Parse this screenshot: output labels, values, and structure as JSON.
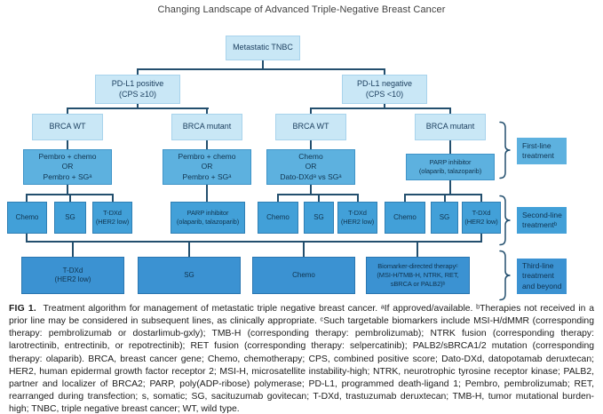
{
  "title": "Changing Landscape of Advanced Triple-Negative Breast Cancer",
  "figure": {
    "root": [
      "Metastatic TNBC"
    ],
    "pdl1_positive": [
      "PD-L1 positive",
      "(CPS ≥10)"
    ],
    "pdl1_negative": [
      "PD-L1 negative",
      "(CPS <10)"
    ],
    "brca_wt_1": [
      "BRCA WT"
    ],
    "brca_mut_1": [
      "BRCA mutant"
    ],
    "brca_wt_2": [
      "BRCA WT"
    ],
    "brca_mut_2": [
      "BRCA mutant"
    ],
    "firstline_1": [
      "Pembro + chemo",
      "OR",
      "Pembro + SGᵃ"
    ],
    "firstline_2": [
      "Pembro + chemo",
      "OR",
      "Pembro + SGᵃ"
    ],
    "firstline_3": [
      "Chemo",
      "OR",
      "Dato-DXdᵃ vs SGᵃ"
    ],
    "firstline_4": [
      "PARP inhibitor",
      "(olaparib, talazoparib)"
    ],
    "sl_chemo_1": [
      "Chemo"
    ],
    "sl_sg_1": [
      "SG"
    ],
    "sl_tdxd_1": [
      "T-DXd",
      "(HER2 low)"
    ],
    "sl_parp": [
      "PARP inhibitor",
      "(olaparib, talazoparib)"
    ],
    "sl_chemo_2": [
      "Chemo"
    ],
    "sl_sg_2": [
      "SG"
    ],
    "sl_tdxd_2": [
      "T-DXd",
      "(HER2 low)"
    ],
    "sl_chemo_3": [
      "Chemo"
    ],
    "sl_sg_3": [
      "SG"
    ],
    "sl_tdxd_3": [
      "T-DXd",
      "(HER2 low)"
    ],
    "tl_tdxd": [
      "T-DXd",
      "(HER2 low)"
    ],
    "tl_sg": [
      "SG"
    ],
    "tl_chemo": [
      "Chemo"
    ],
    "tl_biomarker": [
      "Biomarker-directed therapyᶜ",
      "(MSI-H/TMB-H, NTRK, RET,",
      "sBRCA or PALB2)ᵇ"
    ],
    "stage_labels": {
      "first": [
        "First-line",
        "treatment"
      ],
      "second": [
        "Second-line",
        "treatmentᵇ"
      ],
      "third": [
        "Third-line",
        "treatment",
        "and beyond"
      ]
    }
  },
  "caption": {
    "fig_label": "FIG 1.",
    "text": "Treatment algorithm for management of metastatic triple negative breast cancer. ᵃIf approved/available. ᵇTherapies not received in a prior line may be considered in subsequent lines, as clinically appropriate. ᶜSuch targetable biomarkers include MSI-H/dMMR (corresponding therapy: pembrolizumab or dostarlimub-gxly); TMB-H (corresponding therapy: pembrolizumab); NTRK fusion (corresponding therapy: larotrectinib, entrectinib, or repotrectinib); RET fusion (corresponding therapy: selpercatinib); PALB2/sBRCA1/2 mutation (corresponding therapy: olaparib). BRCA, breast cancer gene; Chemo, chemotherapy; CPS, combined positive score; Dato-DXd, datopotamab deruxtecan; HER2, human epidermal growth factor receptor 2; MSI-H, microsatellite instability-high; NTRK, neurotrophic tyrosine receptor kinase; PALB2, partner and localizer of BRCA2; PARP, poly(ADP-ribose) polymerase; PD-L1, programmed death-ligand 1; Pembro, pembrolizumab; RET, rearranged during transfection; s, somatic; SG, sacituzumab govitecan; T-DXd, trastuzumab deruxtecan; TMB-H, tumor mutational burden-high; TNBC, triple negative breast cancer; WT, wild type."
  },
  "colors": {
    "pale_box": "#c9e7f6",
    "firstline_box": "#5db1df",
    "secondline_box": "#42a0d8",
    "thirdline_box": "#3b92d2",
    "connector": "#234f6e"
  }
}
